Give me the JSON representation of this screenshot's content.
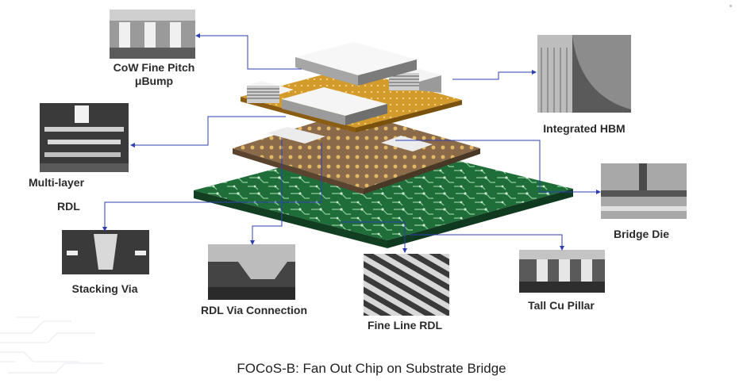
{
  "labels": {
    "cow": [
      "CoW Fine Pitch",
      "μBump"
    ],
    "hbm": "Integrated HBM",
    "multilayer": [
      "Multi-layer",
      "RDL"
    ],
    "bridge": "Bridge Die",
    "stacking": "Stacking Via",
    "rdlvia": "RDL Via Connection",
    "fineline": "Fine Line RDL",
    "pillar": "Tall Cu Pillar"
  },
  "caption": "FOCoS-B: Fan Out Chip on Substrate Bridge",
  "colors": {
    "arrow": "#2e3fb0",
    "pcb": "#1f6e3a",
    "interposer": "#d8a23a",
    "substrate": "#8a6a48"
  }
}
